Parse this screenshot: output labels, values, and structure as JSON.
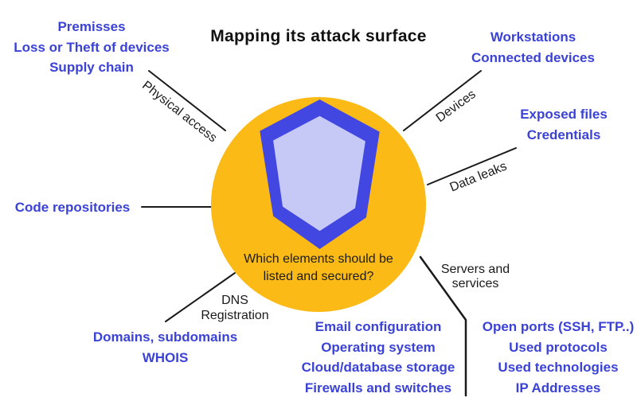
{
  "title": "Mapping its attack surface",
  "center": {
    "question": "Which elements should be\nlisted and secured?"
  },
  "branches": {
    "physical_access": {
      "label": "Physical access",
      "items": [
        "Premisses",
        "Loss or Theft of devices",
        "Supply chain"
      ]
    },
    "devices": {
      "label": "Devices",
      "items": [
        "Workstations",
        "Connected devices"
      ]
    },
    "data_leaks": {
      "label": "Data leaks",
      "items": [
        "Exposed files",
        "Credentials"
      ]
    },
    "code_repositories": {
      "items": [
        "Code repositories"
      ]
    },
    "dns_registration": {
      "label": "DNS\nRegistration",
      "items": [
        "Domains, subdomains",
        "WHOIS"
      ]
    },
    "bottom_center": {
      "items": [
        "Email configuration",
        "Operating system",
        "Cloud/database storage",
        "Firewalls and switches"
      ]
    },
    "servers_services": {
      "label": "Servers and\nservices",
      "items": [
        "Open ports (SSH, FTP..)",
        "Used protocols",
        "Used technologies",
        "IP Addresses"
      ]
    }
  },
  "icons": {
    "shield": "shield-icon"
  },
  "colors": {
    "accent_blue": "#3B42D6",
    "circle_orange": "#FBBA16",
    "shield_outer": "#4347E2",
    "shield_inner": "#C6C9F6",
    "line_dark": "#1A1A1A"
  }
}
